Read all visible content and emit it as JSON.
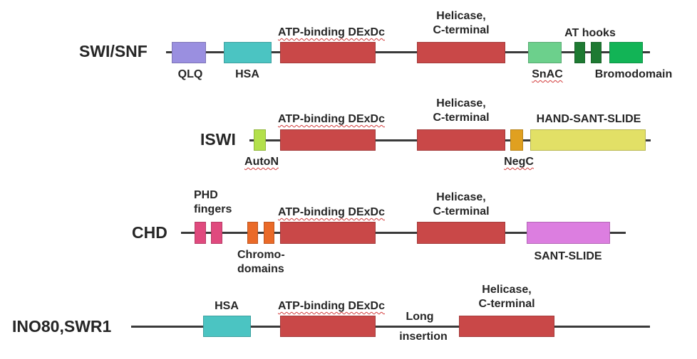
{
  "colors": {
    "qlq": "#9a8fe0",
    "hsa": "#4bc4c2",
    "atpase": "#c94848",
    "snac": "#6cd08c",
    "at_hook": "#1e7a32",
    "bromodomain": "#12b456",
    "auton": "#b3e04b",
    "negc": "#e0a020",
    "hand_sant_slide": "#e2e066",
    "phd": "#e04a7e",
    "chromo": "#ea6a28",
    "sant_slide": "#dc7ee0",
    "line": "#3a3a3a"
  },
  "families": [
    {
      "name": "SWI/SNF",
      "labels": {
        "atpase": "ATP-binding DExDc",
        "helicase_1": "Helicase,",
        "helicase_2": "C-terminal",
        "at_hooks": "AT hooks",
        "qlq": "QLQ",
        "hsa": "HSA",
        "snac": "SnAC",
        "bromodomain": "Bromodomain"
      }
    },
    {
      "name": "ISWI",
      "labels": {
        "atpase": "ATP-binding DExDc",
        "helicase_1": "Helicase,",
        "helicase_2": "C-terminal",
        "hand_sant_slide": "HAND-SANT-SLIDE",
        "auton": "AutoN",
        "negc": "NegC"
      }
    },
    {
      "name": "CHD",
      "labels": {
        "phd_1": "PHD",
        "phd_2": "fingers",
        "atpase": "ATP-binding DExDc",
        "helicase_1": "Helicase,",
        "helicase_2": "C-terminal",
        "chromo_1": "Chromo-",
        "chromo_2": "domains",
        "sant_slide": "SANT-SLIDE"
      }
    },
    {
      "name": "INO80,SWR1",
      "labels": {
        "hsa": "HSA",
        "atpase": "ATP-binding DExDc",
        "insertion_1": "Long",
        "insertion_2": "insertion",
        "helicase_1": "Helicase,",
        "helicase_2": "C-terminal"
      }
    }
  ]
}
